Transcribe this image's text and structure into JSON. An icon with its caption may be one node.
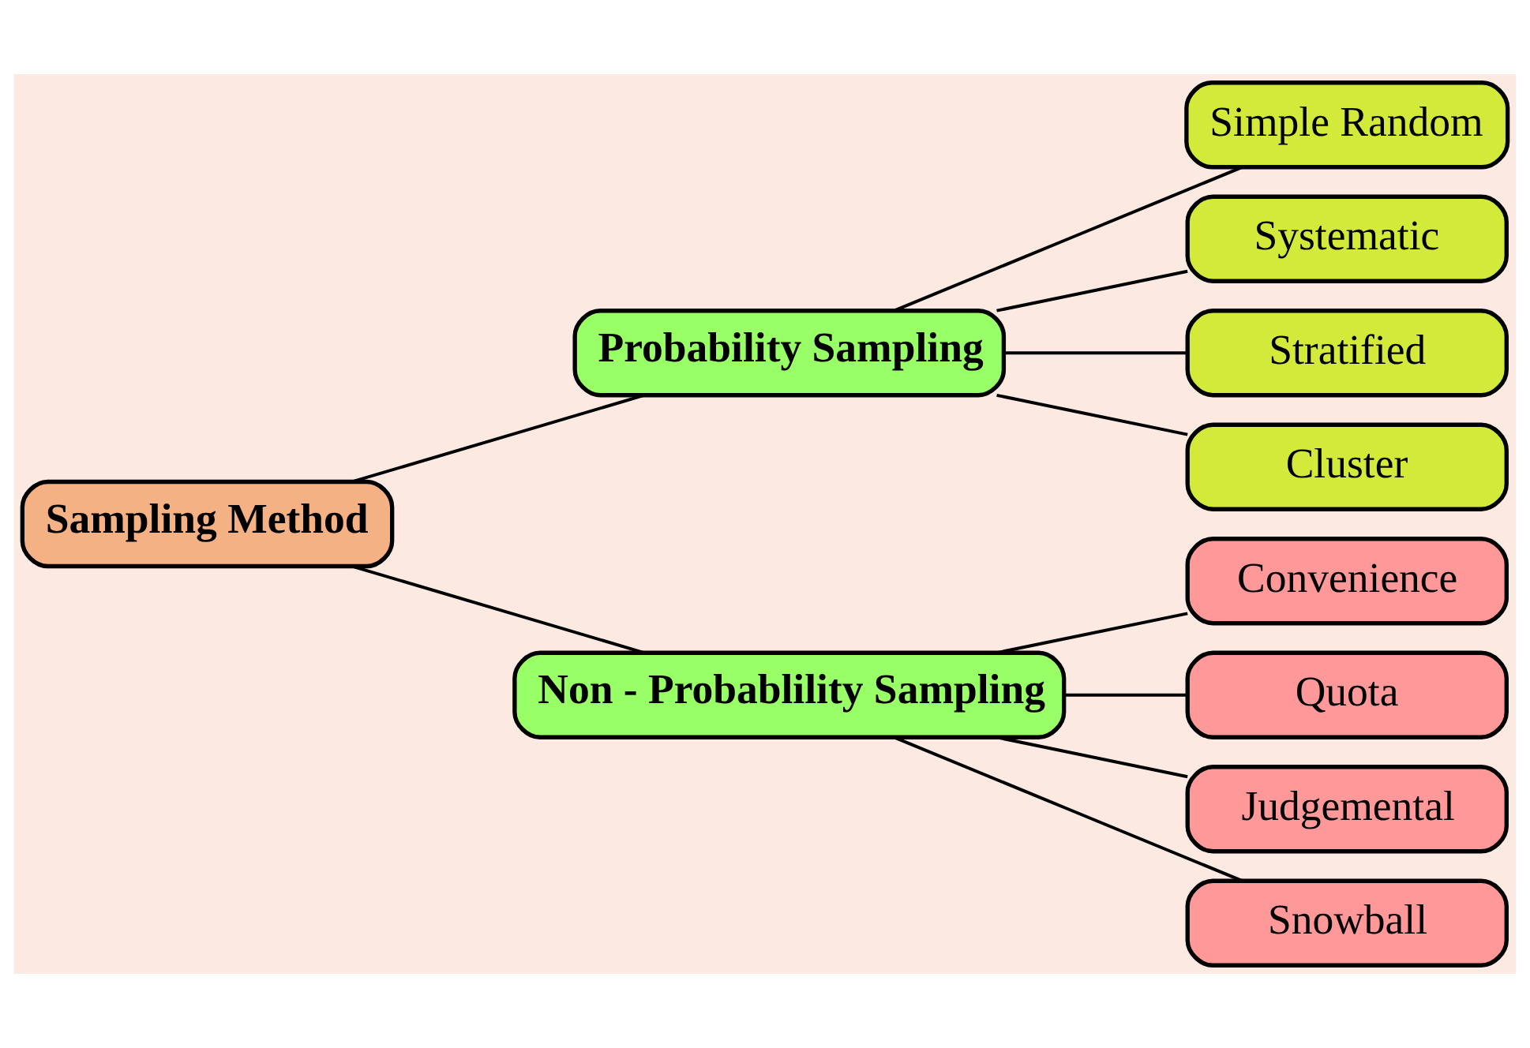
{
  "diagram": {
    "nodes": [
      {
        "text": [
          "Sampling Method"
        ]
      },
      {
        "text": [
          "Probability Sampling"
        ]
      },
      {
        "text": [
          "Non - Probablility Sampling"
        ]
      },
      {
        "text": [
          "Simple Random"
        ]
      },
      {
        "text": [
          "Systematic"
        ]
      },
      {
        "text": [
          "Stratified"
        ]
      },
      {
        "text": [
          "Cluster"
        ]
      },
      {
        "text": [
          "Convenience"
        ]
      },
      {
        "text": [
          "Quota"
        ]
      },
      {
        "text": [
          "Judgemental"
        ]
      },
      {
        "text": [
          "Snowball"
        ]
      }
    ],
    "edges": [
      {
        "from": 0,
        "to": 1,
        "arrow": "none"
      },
      {
        "from": 0,
        "to": 2,
        "arrow": "none"
      },
      {
        "from": 1,
        "to": 3,
        "arrow": "none"
      },
      {
        "from": 1,
        "to": 4,
        "arrow": "none"
      },
      {
        "from": 1,
        "to": 5,
        "arrow": "none"
      },
      {
        "from": 1,
        "to": 6,
        "arrow": "none"
      },
      {
        "from": 2,
        "to": 7,
        "arrow": "none"
      },
      {
        "from": 2,
        "to": 8,
        "arrow": "none"
      },
      {
        "from": 2,
        "to": 9,
        "arrow": "none"
      },
      {
        "from": 2,
        "to": 10,
        "arrow": "none"
      }
    ]
  }
}
